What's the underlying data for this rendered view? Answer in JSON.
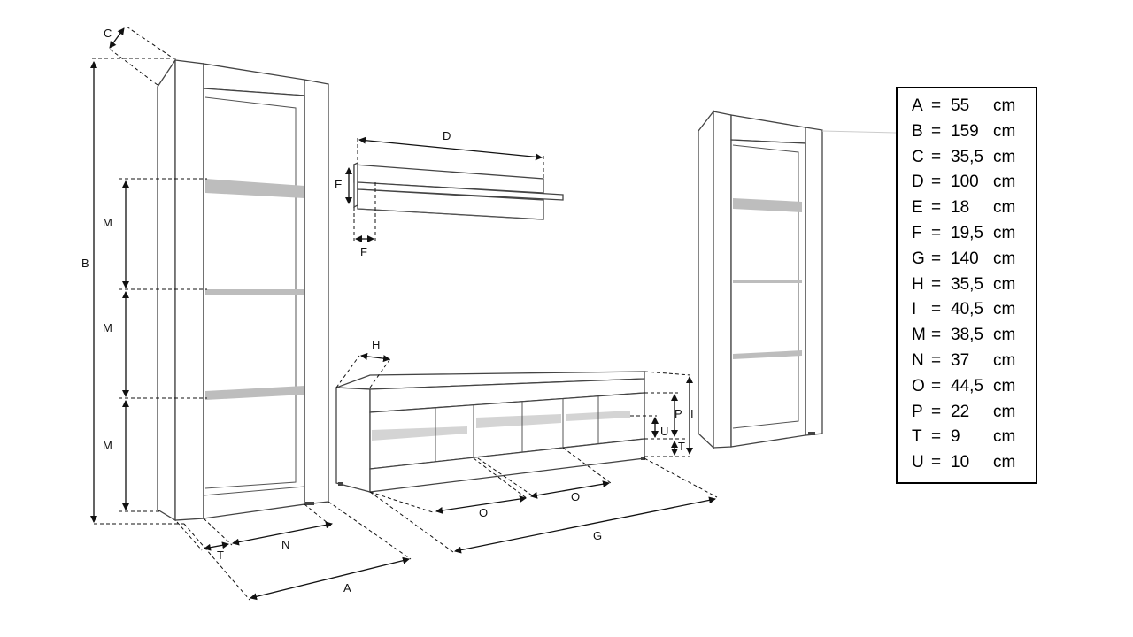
{
  "labels": {
    "A": "A",
    "B": "B",
    "C": "C",
    "D": "D",
    "E": "E",
    "F": "F",
    "G": "G",
    "H": "H",
    "I": "I",
    "M": "M",
    "N": "N",
    "O": "O",
    "P": "P",
    "T": "T",
    "U": "U"
  },
  "legend": [
    {
      "letter": "A",
      "eq": "=",
      "value": "55",
      "unit": "cm"
    },
    {
      "letter": "B",
      "eq": "=",
      "value": "159",
      "unit": "cm"
    },
    {
      "letter": "C",
      "eq": "=",
      "value": "35,5",
      "unit": "cm"
    },
    {
      "letter": "D",
      "eq": "=",
      "value": "100",
      "unit": "cm"
    },
    {
      "letter": "E",
      "eq": "=",
      "value": "18",
      "unit": "cm"
    },
    {
      "letter": "F",
      "eq": "=",
      "value": "19,5",
      "unit": "cm"
    },
    {
      "letter": "G",
      "eq": "=",
      "value": "140",
      "unit": "cm"
    },
    {
      "letter": "H",
      "eq": "=",
      "value": "35,5",
      "unit": "cm"
    },
    {
      "letter": "I",
      "eq": "=",
      "value": "40,5",
      "unit": "cm"
    },
    {
      "letter": "M",
      "eq": "=",
      "value": "38,5",
      "unit": "cm"
    },
    {
      "letter": "N",
      "eq": "=",
      "value": "37",
      "unit": "cm"
    },
    {
      "letter": "O",
      "eq": "=",
      "value": "44,5",
      "unit": "cm"
    },
    {
      "letter": "P",
      "eq": "=",
      "value": "22",
      "unit": "cm"
    },
    {
      "letter": "T",
      "eq": "=",
      "value": "9",
      "unit": "cm"
    },
    {
      "letter": "U",
      "eq": "=",
      "value": "10",
      "unit": "cm"
    }
  ]
}
